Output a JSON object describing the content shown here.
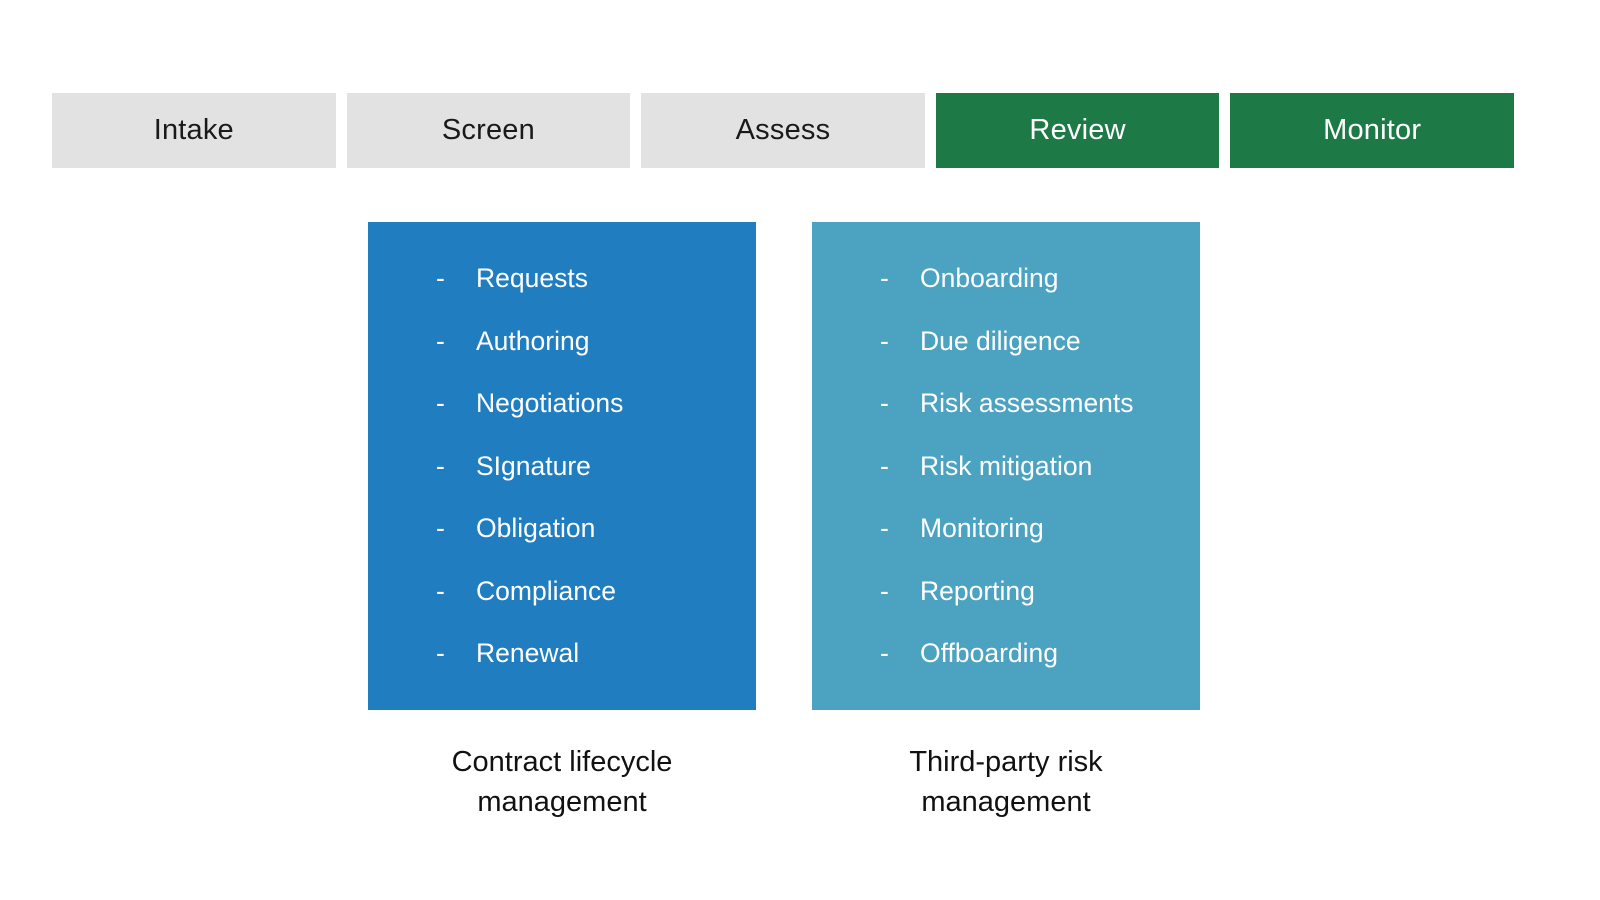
{
  "stages": [
    {
      "label": "Intake",
      "variant": "gray"
    },
    {
      "label": "Screen",
      "variant": "gray"
    },
    {
      "label": "Assess",
      "variant": "gray"
    },
    {
      "label": "Review",
      "variant": "green"
    },
    {
      "label": "Monitor",
      "variant": "green"
    }
  ],
  "colors": {
    "stage_gray": "#e2e2e2",
    "stage_green": "#1d7a47",
    "clm_blue": "#1f7dc0",
    "tprm_teal": "#4ba2c1",
    "text_dark": "#111111",
    "text_light": "#ffffff"
  },
  "clm": {
    "bullet": "-",
    "items": [
      "Requests",
      "Authoring",
      "Negotiations",
      "SIgnature",
      "Obligation",
      "Compliance",
      "Renewal"
    ],
    "caption": "Contract lifecycle management"
  },
  "tprm": {
    "bullet": "-",
    "items": [
      "Onboarding",
      "Due diligence",
      "Risk assessments",
      "Risk mitigation",
      "Monitoring",
      "Reporting",
      "Offboarding"
    ],
    "caption": "Third-party risk management"
  }
}
